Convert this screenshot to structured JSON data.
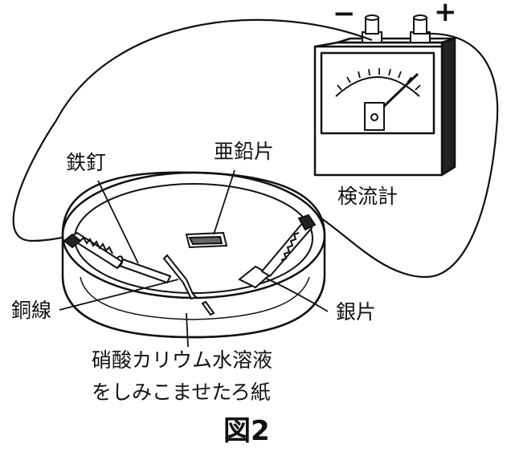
{
  "labels": {
    "minus": "−",
    "plus": "+",
    "galvanometer": "検流計",
    "zinc": "亜鉛片",
    "iron_nail": "鉄釘",
    "copper_wire": "銅線",
    "silver": "銀片",
    "solution_line1": "硝酸カリウム水溶液",
    "solution_line2": "をしみこませたろ紙"
  },
  "caption": "図2"
}
